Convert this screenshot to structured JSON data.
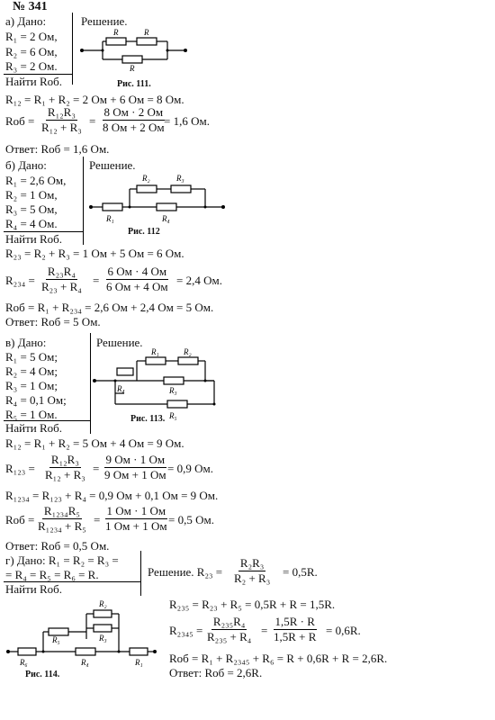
{
  "problem": {
    "number": "№ 341"
  },
  "a": {
    "given_header": "а) Дано:",
    "given": [
      "R₁ = 2 Ом,",
      "R₂ = 6 Ом,",
      "R₃ = 2 Ом."
    ],
    "find": "Найти Rоб.",
    "solution_label": "Решение.",
    "fig_labels": [
      "R",
      "R",
      "R"
    ],
    "fig_caption": "Рис. 111.",
    "line1": "R₁₂ = R₁ + R₂ = 2 Ом + 6 Ом = 8 Ом.",
    "line2_left": "Rоб =",
    "line2_num": "R₁₂R₃",
    "line2_den": "R₁₂ + R₃",
    "line2_num2": "8 Ом · 2 Ом",
    "line2_den2": "8 Ом + 2 Ом",
    "line2_result": "= 1,6 Ом.",
    "answer": "Ответ: Rоб = 1,6 Ом."
  },
  "b": {
    "given_header": "б) Дано:",
    "given": [
      "R₁ = 2,6 Ом,",
      "R₂ = 1 Ом,",
      "R₃ = 5 Ом,",
      "R₄ = 4 Ом."
    ],
    "find": "Найти Rоб.",
    "solution_label": "Решение.",
    "fig_labels": [
      "R₂",
      "R₃",
      "R₁",
      "R₄"
    ],
    "fig_caption": "Рис. 112",
    "line1": "R₂₃ = R₂ + R₃ = 1 Ом + 5 Ом = 6 Ом.",
    "line2_left": "R₂₃₄ =",
    "line2_num": "R₂₃R₄",
    "line2_den": "R₂₃ + R₄",
    "line2_num2": "6 Ом · 4 Ом",
    "line2_den2": "6 Ом + 4 Ом",
    "line2_result": "= 2,4 Ом.",
    "line3": "Rоб = R₁ + R₂₃₄ = 2,6 Ом + 2,4 Ом = 5 Ом.",
    "answer": "Ответ: Rоб = 5 Ом."
  },
  "c": {
    "given_header": "в) Дано:",
    "given": [
      "R₁ = 5 Ом;",
      "R₂ = 4 Ом;",
      "R₃ = 1 Ом;",
      "R₄ = 0,1 Ом;",
      "R₅ = 1 Ом."
    ],
    "find": "Найти Rоб.",
    "solution_label": "Решение.",
    "fig_labels": [
      "R₁",
      "R₂",
      "R₄",
      "R₃",
      "R₅"
    ],
    "fig_caption": "Рис. 113.",
    "line1": "R₁₂ = R₁ + R₂ = 5 Ом + 4 Ом = 9 Ом.",
    "line2_left": "R₁₂₃ =",
    "line2_num": "R₁₂R₃",
    "line2_den": "R₁₂ + R₃",
    "line2_num2": "9 Ом · 1 Ом",
    "line2_den2": "9 Ом + 1 Ом",
    "line2_result": "= 0,9 Ом.",
    "line3": "R₁₂₃₄ = R₁₂₃ + R₄ = 0,9 Ом + 0,1 Ом = 9 Ом.",
    "line4_left": "Rоб =",
    "line4_num": "R₁₂₃₄R₅",
    "line4_den": "R₁₂₃₄ + R₅",
    "line4_num2": "1 Ом · 1 Ом",
    "line4_den2": "1 Ом + 1 Ом",
    "line4_result": "= 0,5 Ом.",
    "answer": "Ответ: Rоб = 0,5 Ом."
  },
  "d": {
    "given_line1": "г) Дано: R₁ = R₂ = R₃ =",
    "given_line2": "= R₄ = R₅ = R₆ = R.",
    "find": "Найти Rоб.",
    "sol_left": "Решение. R₂₃ =",
    "sol_num": "R₂R₃",
    "sol_den": "R₂ + R₃",
    "sol_result": "= 0,5R.",
    "line2": "R₂₃₅ = R₂₃ + R₅ = 0,5R + R = 1,5R.",
    "line3_left": "R₂₃₄₅ =",
    "line3_num": "R₂₃₅R₄",
    "line3_den": "R₂₃₅ + R₄",
    "line3_num2": "1,5R · R",
    "line3_den2": "1,5R + R",
    "line3_result": "= 0,6R.",
    "line4": "Rоб = R₁ + R₂₃₄₅ + R₆ = R + 0,6R + R = 2,6R.",
    "answer": "Ответ: Rоб = 2,6R.",
    "fig_labels": [
      "R₂",
      "R₃",
      "R₅",
      "R₆",
      "R₄",
      "R₁"
    ],
    "fig_caption": "Рис. 114."
  }
}
